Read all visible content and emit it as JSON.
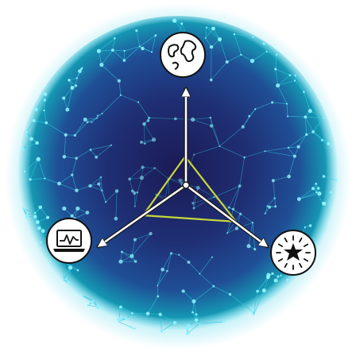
{
  "colors": {
    "background": "#ffffff",
    "sphere_core": "#1b1a55",
    "sphere_mid": "#1f3f86",
    "sphere_edge": "#15a6bd",
    "glow": "#52d6ea",
    "mesh_line": "#2fc8dc",
    "mesh_node": "#8ef2ff",
    "arrow": "#ffffff",
    "arrow_outline": "#1b1b1b",
    "triangle": "#c7d93a",
    "icon_fill": "#ffffff",
    "icon_stroke": "#111111"
  },
  "nodes": [
    {
      "id": "top",
      "icon": "globe-icon"
    },
    {
      "id": "left",
      "icon": "laptop-chart-icon"
    },
    {
      "id": "right",
      "icon": "star-burst-icon"
    }
  ],
  "center": {
    "icon": "hub"
  }
}
